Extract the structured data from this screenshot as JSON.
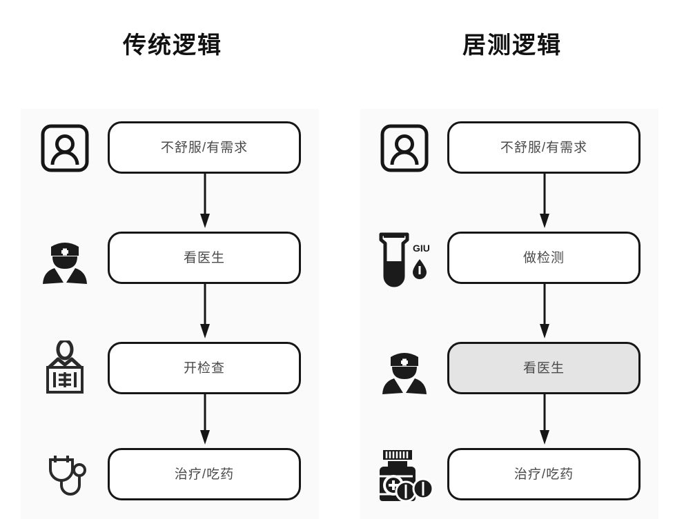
{
  "page": {
    "background": "#ffffff",
    "panel_background": "#fafafa",
    "node_border_color": "#161616",
    "node_text_color": "#4a4a4a",
    "highlight_fill": "#e4e4e4",
    "title_color": "#111111"
  },
  "columns": [
    {
      "id": "traditional",
      "title": "传统逻辑",
      "steps": [
        {
          "label": "不舒服/有需求",
          "icon": "patient-portrait-icon",
          "highlighted": false
        },
        {
          "label": "看医生",
          "icon": "doctor-icon",
          "highlighted": false
        },
        {
          "label": "开检查",
          "icon": "medical-exam-icon",
          "highlighted": false
        },
        {
          "label": "治疗/吃药",
          "icon": "stethoscope-icon",
          "highlighted": false
        }
      ]
    },
    {
      "id": "testing-first",
      "title": "居测逻辑",
      "steps": [
        {
          "label": "不舒服/有需求",
          "icon": "patient-portrait-icon",
          "highlighted": false
        },
        {
          "label": "做检测",
          "icon": "test-tube-icon",
          "highlighted": false,
          "icon_text": "GIU"
        },
        {
          "label": "看医生",
          "icon": "doctor-icon",
          "highlighted": true
        },
        {
          "label": "治疗/吃药",
          "icon": "pill-bottle-icon",
          "highlighted": false
        }
      ]
    }
  ]
}
